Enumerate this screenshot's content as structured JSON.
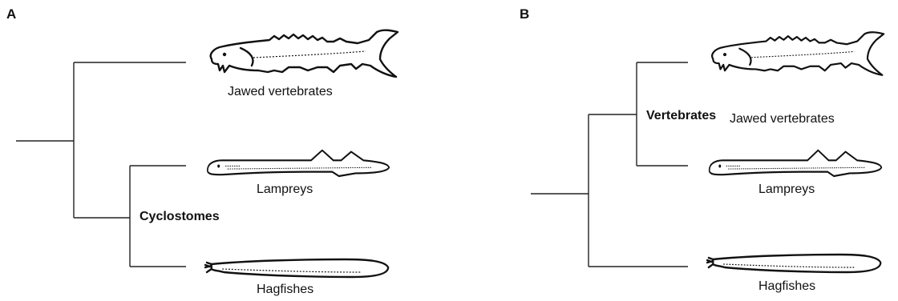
{
  "panel_a": {
    "letter": "A",
    "clade_label": "Cyclostomes",
    "taxa": {
      "jawed": "Jawed vertebrates",
      "lampreys": "Lampreys",
      "hagfishes": "Hagfishes"
    },
    "icons": [
      "sturgeon-icon",
      "lamprey-icon",
      "hagfish-icon"
    ]
  },
  "panel_b": {
    "letter": "B",
    "clade_label": "Vertebrates",
    "taxa": {
      "jawed": "Jawed vertebrates",
      "lampreys": "Lampreys",
      "hagfishes": "Hagfishes"
    },
    "icons": [
      "sturgeon-icon",
      "lamprey-icon",
      "hagfish-icon"
    ]
  }
}
